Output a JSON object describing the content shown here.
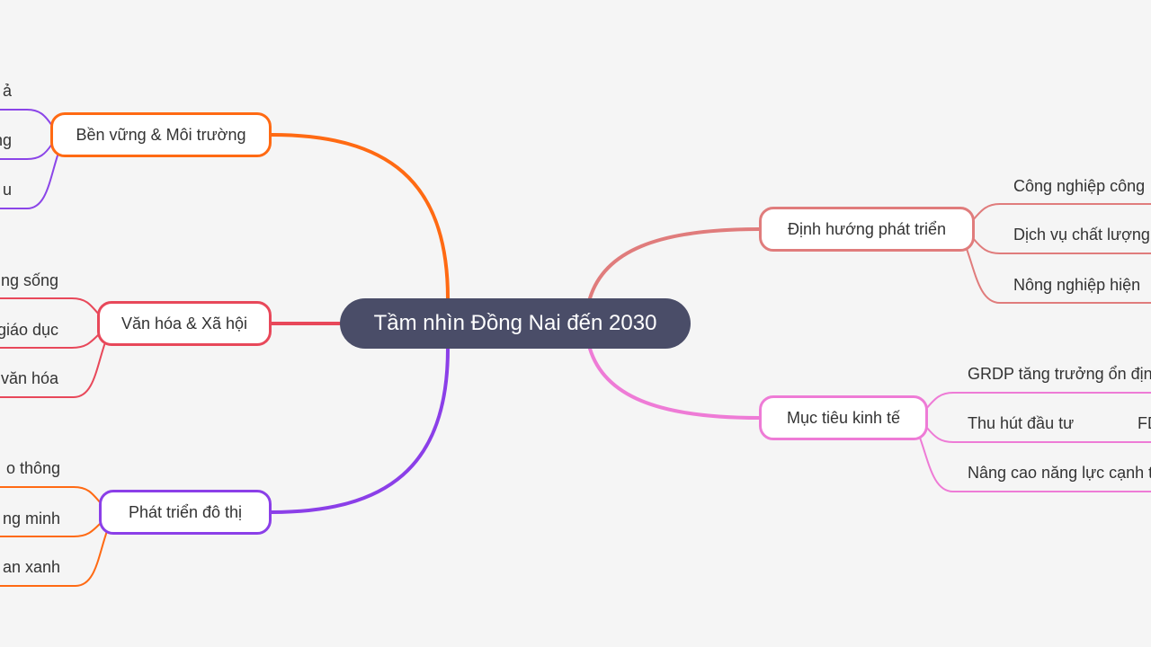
{
  "center": {
    "label": "Tầm nhìn Đồng Nai đến 2030",
    "color": "#4a4d68"
  },
  "branches": [
    {
      "label": "Bền vững & Môi trường",
      "color": "#ff6a13",
      "child_color": "#8b45e8",
      "children": [
        "ả",
        "ng",
        "u"
      ]
    },
    {
      "label": "Văn hóa & Xã hội",
      "color": "#e8485a",
      "child_color": "#e8485a",
      "children": [
        "ng sống",
        "giáo dục",
        "văn hóa"
      ]
    },
    {
      "label": "Phát triển đô thị",
      "color": "#8b3fe8",
      "child_color": "#ff6a13",
      "children": [
        "o thông",
        "ng minh",
        "an xanh"
      ]
    },
    {
      "label": "Định hướng phát triển",
      "color": "#e07c7c",
      "child_color": "#e07c7c",
      "children": [
        "Công nghiệp công",
        "Dịch vụ chất lượng",
        "Nông nghiệp hiện"
      ]
    },
    {
      "label": "Mục tiêu kinh tế",
      "color": "#ee7bd6",
      "child_color": "#ee7bd6",
      "children": [
        "GRDP tăng trưởng ổn địn",
        "Thu hút đầu tư",
        "Nâng cao năng lực cạnh t"
      ],
      "extra": "FD"
    }
  ]
}
